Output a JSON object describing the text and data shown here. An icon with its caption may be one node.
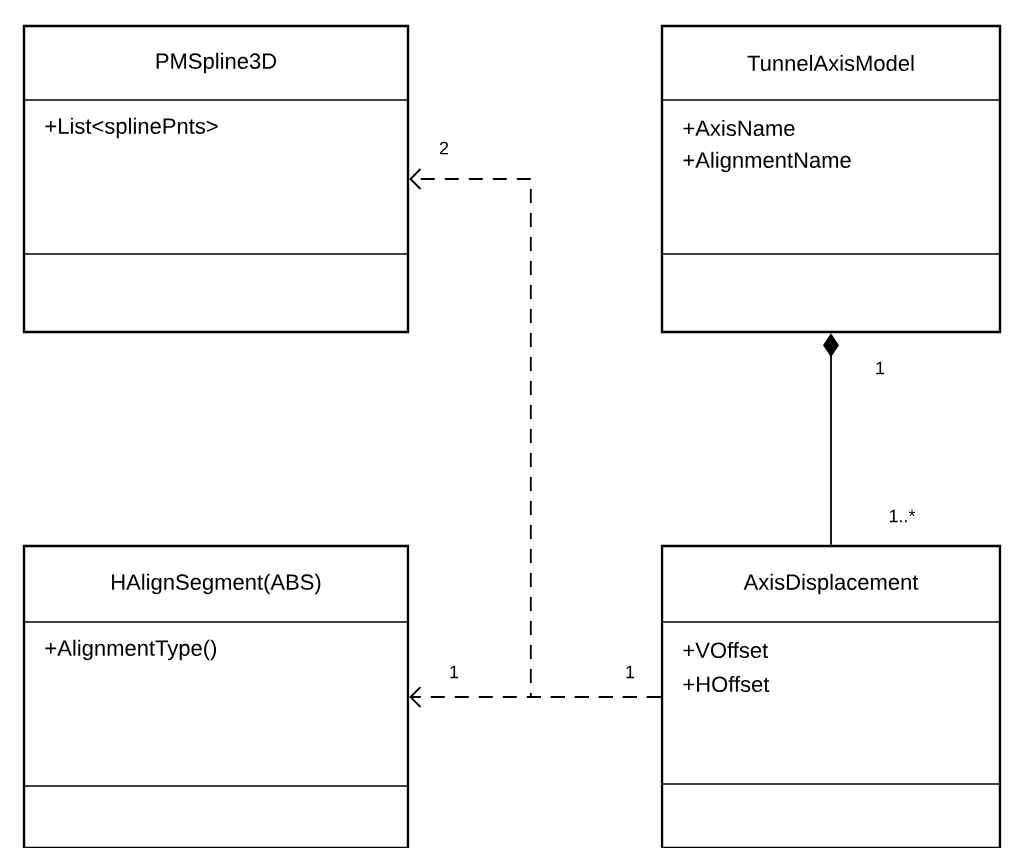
{
  "diagram": {
    "nodes": [
      {
        "text": [
          "PMSpline3D",
          "+List<splinePnts>"
        ]
      },
      {
        "text": [
          "TunnelAxisModel",
          "+AxisName",
          "+AlignmentName"
        ]
      },
      {
        "text": [
          "HAlignSegment(ABS)",
          "+AlignmentType()"
        ]
      },
      {
        "text": [
          "AxisDisplacement",
          "+VOffset",
          "+HOffset"
        ]
      }
    ],
    "edges": [
      {
        "from": 3,
        "to": 2,
        "arrow": "to",
        "style": "dashed"
      },
      {
        "from": 3,
        "to": 0,
        "arrow": "to",
        "style": "dashed"
      },
      {
        "from": 1,
        "to": 3,
        "arrow": "other"
      }
    ],
    "labels": [
      "2",
      "1",
      "1..*",
      "1",
      "1"
    ]
  }
}
